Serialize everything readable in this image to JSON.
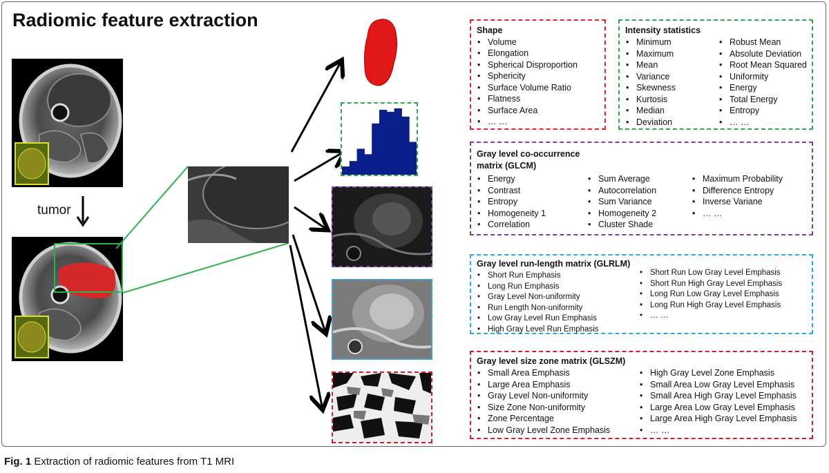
{
  "title": "Radiomic feature extraction",
  "tumor_label": "tumor",
  "caption": {
    "fig": "Fig. 1",
    "text": " Extraction of radiomic features from T1 MRI"
  },
  "colors": {
    "shape": "#e0242a",
    "intensity": "#2aa84a",
    "glcm": "#7b3f9e",
    "glrlm": "#29a9e0",
    "glszm": "#c9202a",
    "roi": "#2db34a",
    "tumor": "#d62828",
    "histogram": "#0a1e8c"
  },
  "histogram": {
    "values": [
      0.12,
      0.2,
      0.38,
      0.3,
      0.75,
      0.95,
      0.92,
      0.97,
      0.85,
      0.48
    ]
  },
  "shape": {
    "header": "Shape",
    "items": [
      "Volume",
      "Elongation",
      "Spherical Disproportion",
      "Sphericity",
      "Surface Volume Ratio",
      "Flatness",
      "Surface Area",
      "… …"
    ]
  },
  "intensity": {
    "header": "Intensity statistics",
    "col1": [
      "Minimum",
      "Maximum",
      "Mean",
      "Variance",
      "Skewness",
      "Kurtosis",
      "Median",
      "Deviation"
    ],
    "col2": [
      "Robust Mean",
      "Absolute Deviation",
      "Root Mean Squared",
      "Uniformity",
      "Energy",
      "Total Energy",
      "Entropy",
      "… …"
    ]
  },
  "glcm": {
    "header1": "Gray level co-occurrence",
    "header2": "matrix (GLCM)",
    "col1": [
      "Energy",
      "Contrast",
      "Entropy",
      "Homogeneity 1",
      "Correlation"
    ],
    "col2": [
      "Sum Average",
      "Autocorrelation",
      "Sum Variance",
      "Homogeneity 2",
      "Cluster Shade"
    ],
    "col3": [
      "Maximum Probability",
      "Difference Entropy",
      "Inverse Variane",
      "… …"
    ]
  },
  "glrlm": {
    "header": "Gray level run-length matrix (GLRLM)",
    "col1": [
      "Short Run Emphasis",
      "Long Run Emphasis",
      "Gray Level Non-uniformity",
      "Run Length Non-uniformity",
      "Low Gray Level Run Emphasis",
      "High Gray Level Run Emphasis"
    ],
    "col2": [
      "Short Run Low Gray Level Emphasis",
      "Short Run High Gray Level Emphasis",
      "Long Run Low Gray Level Emphasis",
      "Long Run High Gray Level Emphasis",
      "… …"
    ]
  },
  "glszm": {
    "header": "Gray level size zone matrix (GLSZM)",
    "col1": [
      "Small Area Emphasis",
      "Large Area Emphasis",
      "Gray Level Non-uniformity",
      "Size Zone Non-uniformity",
      "Zone Percentage",
      "Low Gray Level Zone Emphasis"
    ],
    "col2": [
      "High Gray Level Zone Emphasis",
      "Small Area Low Gray Level Emphasis",
      "Small Area High Gray Level Emphasis",
      "Large Area Low Gray Level Emphasis",
      "Large Area High Gray Level Emphasis",
      "… …"
    ]
  }
}
